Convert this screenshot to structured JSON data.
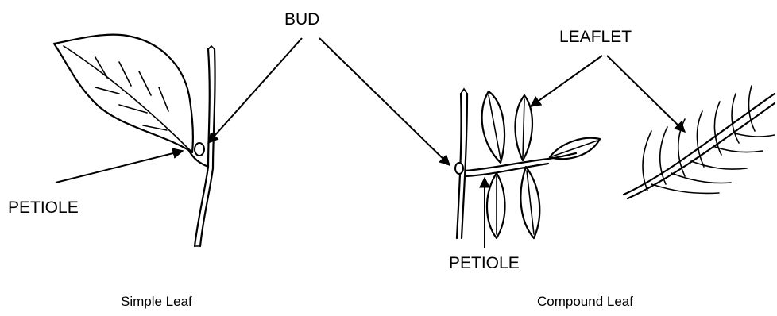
{
  "labels": {
    "bud": "BUD",
    "leaflet": "LEAFLET",
    "petiole_simple": "PETIOLE",
    "petiole_compound": "PETIOLE"
  },
  "captions": {
    "simple": "Simple Leaf",
    "compound": "Compound Leaf"
  },
  "colors": {
    "ink": "#000000",
    "background": "#ffffff"
  }
}
